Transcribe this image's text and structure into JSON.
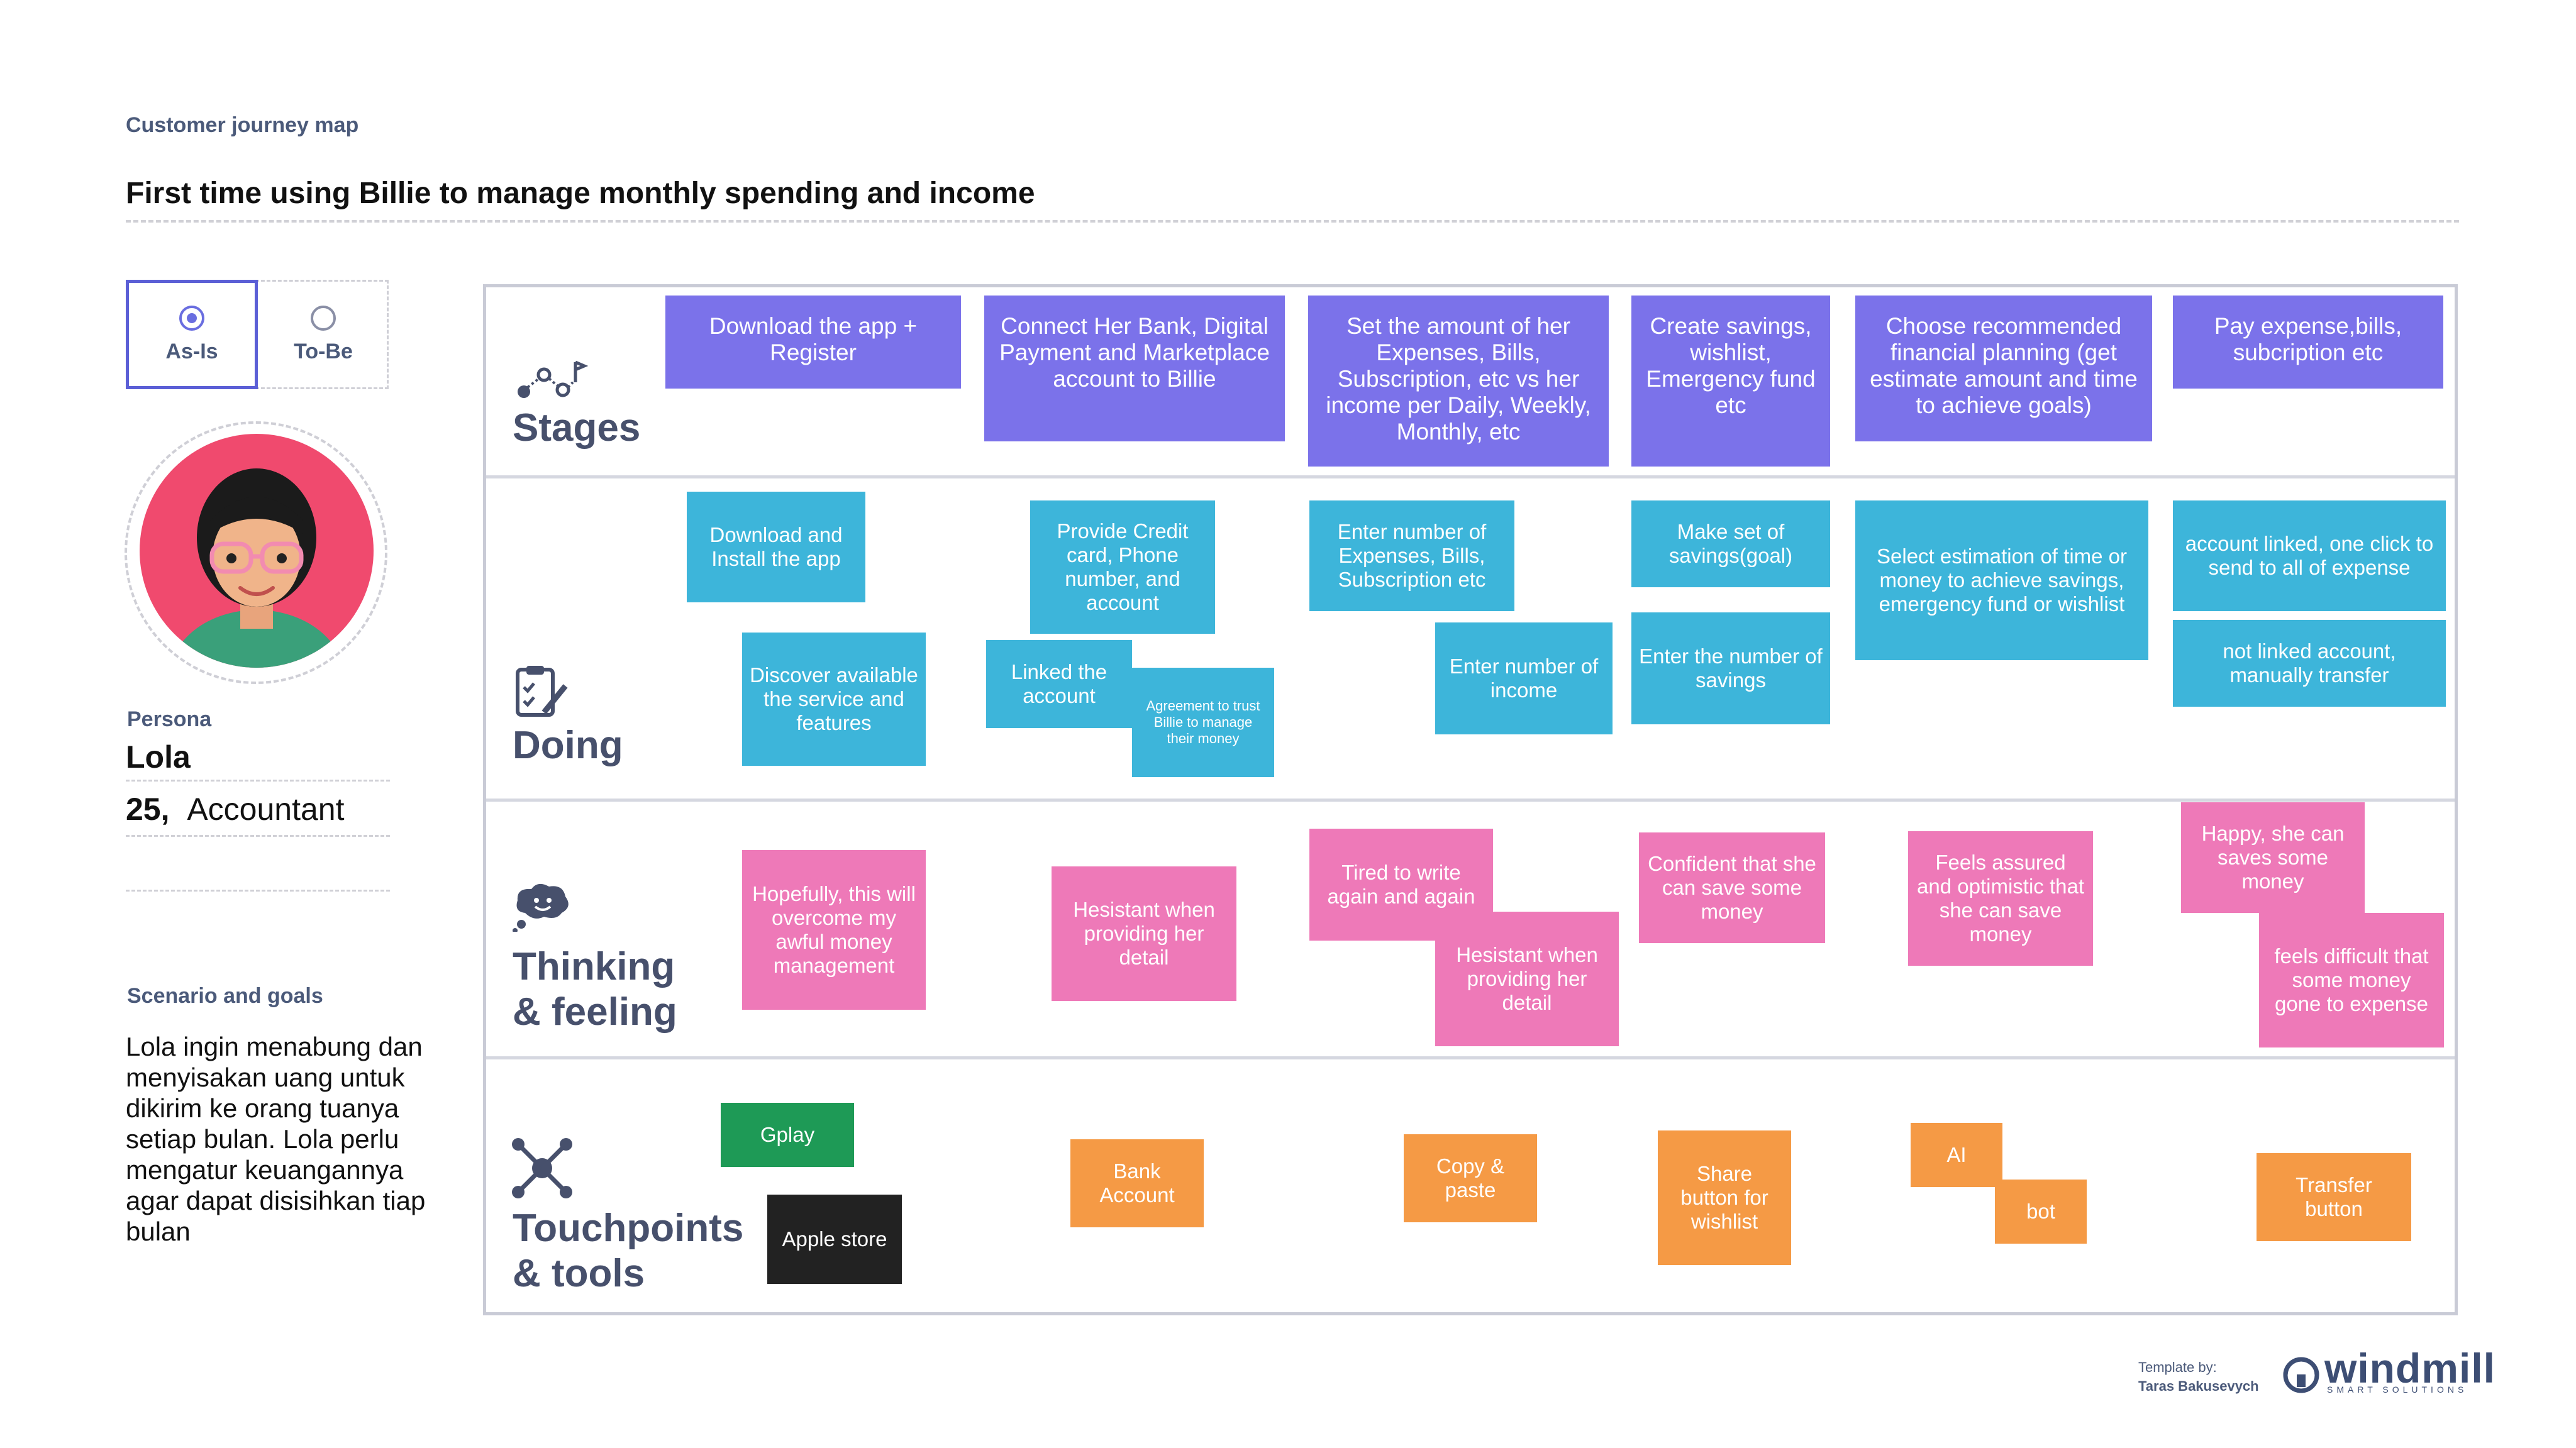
{
  "header": {
    "eyebrow": "Customer journey map",
    "title": "First time using Billie to manage monthly spending and income"
  },
  "toggle": {
    "as_is": "As-Is",
    "to_be": "To-Be",
    "selected": "As-Is"
  },
  "persona": {
    "label": "Persona",
    "name": "Lola",
    "age": "25,",
    "occupation": "Accountant"
  },
  "scenario": {
    "label": "Scenario and goals",
    "text": "Lola ingin menabung dan menyisakan uang untuk dikirim ke orang tuanya setiap bulan. Lola perlu mengatur keuangannya agar dapat disisihkan tiap bulan"
  },
  "rows": {
    "stages": "Stages",
    "doing": "Doing",
    "thinking_1": "Thinking",
    "thinking_2": "& feeling",
    "touch_1": "Touchpoints",
    "touch_2": "& tools"
  },
  "stages": [
    "Download the app + Register",
    "Connect Her Bank, Digital Payment and Marketplace account to Billie",
    "Set the amount of her Expenses, Bills, Subscription, etc vs her income per Daily, Weekly, Monthly, etc",
    "Create savings, wishlist, Emergency fund etc",
    "Choose recommended financial planning (get estimate amount and time to achieve goals)",
    "Pay expense,bills, subcription etc"
  ],
  "doing": [
    "Download and Install the app",
    "Discover available the service and features",
    "Provide Credit card, Phone number, and account",
    "Linked the account",
    "Agreement to trust Billie to manage their money",
    "Enter number of Expenses, Bills, Subscription etc",
    "Enter number of income",
    "Make set of savings(goal)",
    "Enter the number of savings",
    "Select estimation of time or money to achieve savings, emergency fund or wishlist",
    "account linked, one click to send to all of expense",
    "not linked account, manually transfer"
  ],
  "thinking": [
    "Hopefully, this will overcome my awful money management",
    "Hesistant when providing her detail",
    "Tired to write again and again",
    "Hesistant when providing her detail",
    "Confident that she can save some money",
    "Feels assured and optimistic that she can save money",
    "Happy, she can saves some money",
    "feels difficult that some money gone to expense"
  ],
  "tools": [
    "Gplay",
    "Apple store",
    "Bank Account",
    "Copy & paste",
    "Share button for wishlist",
    "AI",
    "bot",
    "Transfer button"
  ],
  "footer": {
    "template_by": "Template by:",
    "author": "Taras Bakusevych",
    "brand": "windmill",
    "brand_sub": "SMART SOLUTIONS"
  },
  "colors": {
    "stage": "#7b72ea",
    "doing": "#3db5da",
    "thinking": "#ee79b8",
    "tools": "#f59a45",
    "accent": "#5b5fd6",
    "persona_bg": "#f04a6e"
  }
}
